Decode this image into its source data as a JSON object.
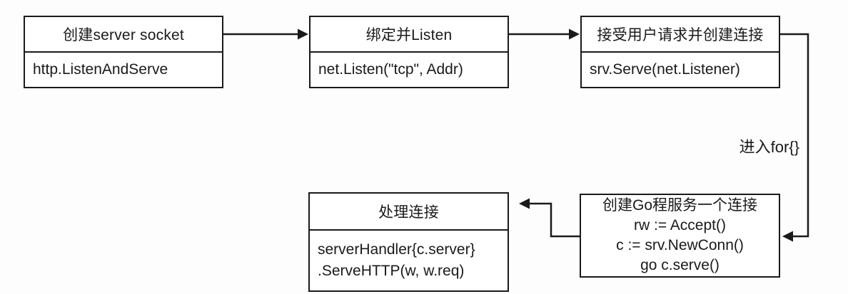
{
  "diagram": {
    "title_implied": "Go HTTP server flow",
    "colors": {
      "stroke": "#1a1a1a",
      "box_bg": "#ffffff",
      "page_bg": "#fdfdfd",
      "text": "#1a1a1a"
    },
    "boxes": [
      {
        "id": "create-socket",
        "title": "创建server socket",
        "body": [
          "http.ListenAndServe"
        ]
      },
      {
        "id": "bind-listen",
        "title": "绑定并Listen",
        "body": [
          "net.Listen(\"tcp\", Addr)"
        ]
      },
      {
        "id": "accept-conn",
        "title": "接受用户请求并创建连接",
        "body": [
          "srv.Serve(net.Listener)"
        ]
      },
      {
        "id": "goroutine",
        "lines": [
          "创建Go程服务一个连接",
          "rw := Accept()",
          "c := srv.NewConn()",
          "go c.serve()"
        ]
      },
      {
        "id": "handle-conn",
        "title": "处理连接",
        "body": [
          "serverHandler{c.server}",
          ".ServeHTTP(w, w.req)"
        ]
      }
    ],
    "edge_label": "进入for{}",
    "edges": [
      {
        "from": "create-socket",
        "to": "bind-listen"
      },
      {
        "from": "bind-listen",
        "to": "accept-conn"
      },
      {
        "from": "accept-conn",
        "to": "goroutine",
        "label": "进入for{}"
      },
      {
        "from": "goroutine",
        "to": "handle-conn"
      }
    ]
  }
}
